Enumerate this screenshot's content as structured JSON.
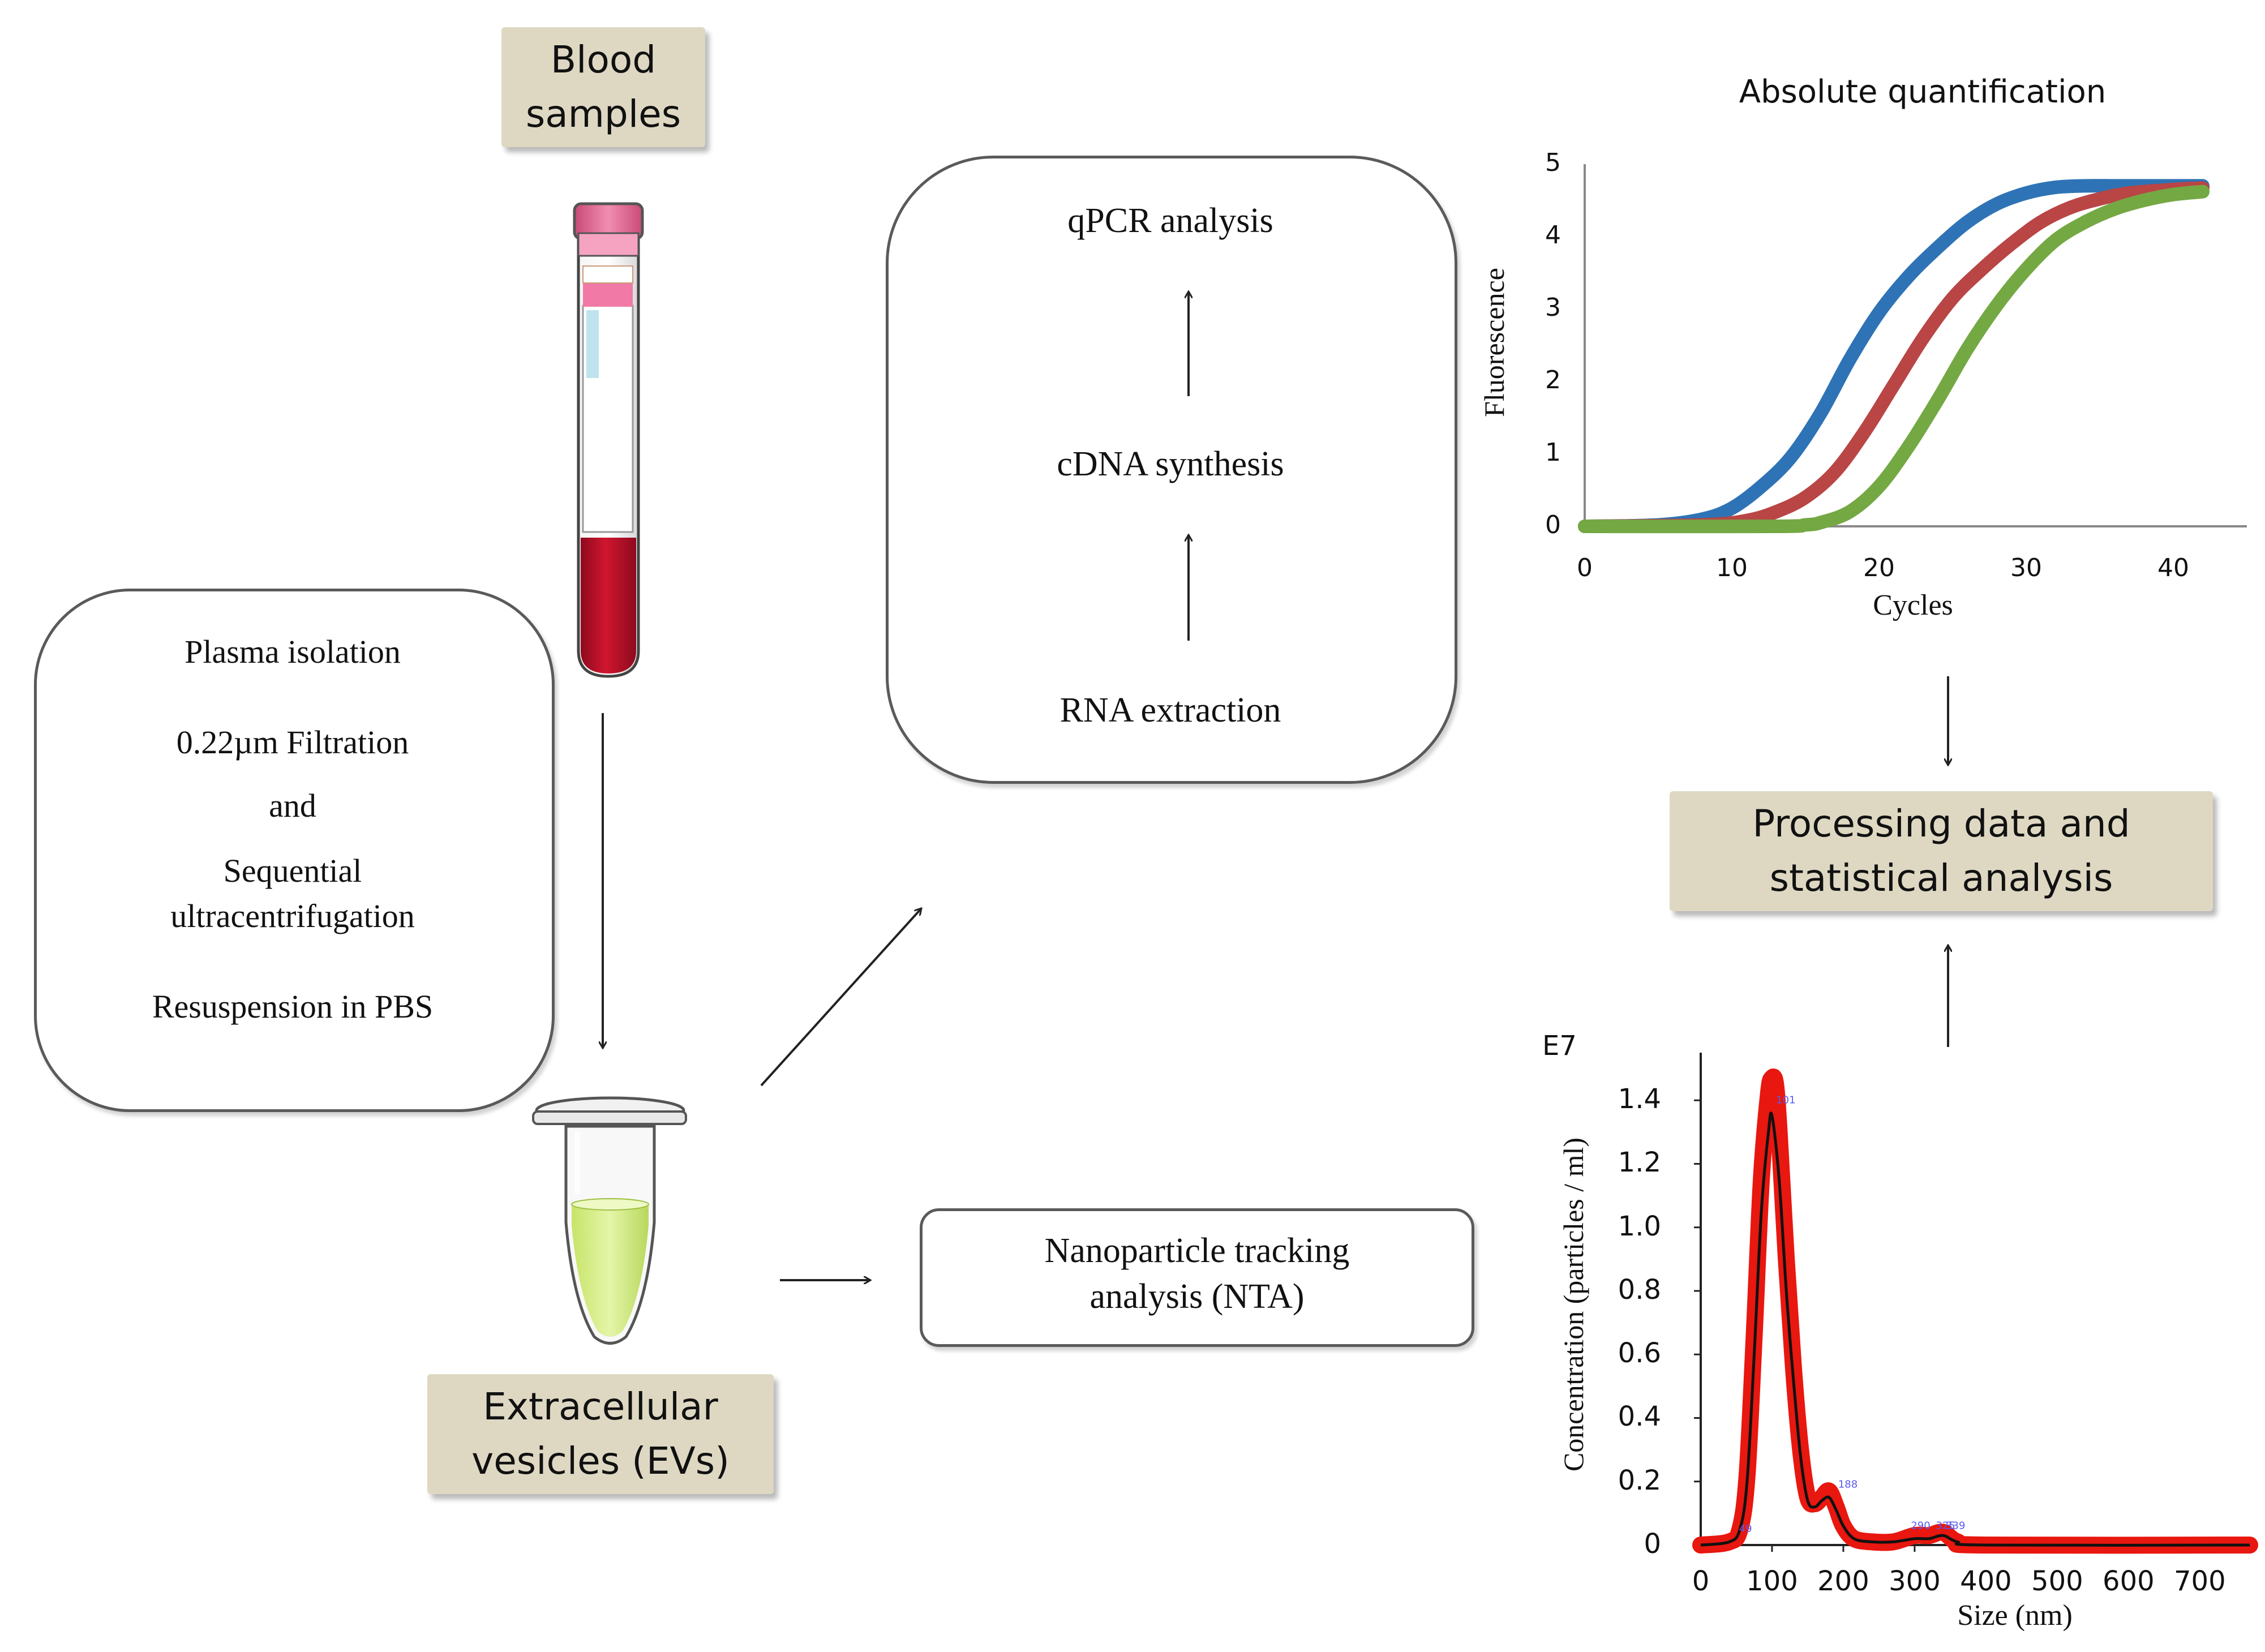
{
  "labels": {
    "blood_samples": [
      "Blood",
      "samples"
    ],
    "plasma": [
      "Plasma isolation",
      "0.22µm Filtration",
      "and",
      "Sequential",
      "ultracentrifugation",
      "Resuspension in PBS"
    ],
    "qpcr_step": "qPCR analysis",
    "cdna_step": "cDNA synthesis",
    "rna_step": "RNA extraction",
    "nta": [
      "Nanoparticle tracking",
      "analysis (NTA)"
    ],
    "evs": [
      "Extracellular",
      "vesicles (EVs)"
    ],
    "processing": [
      "Processing data and",
      "statistical analysis"
    ]
  },
  "colors": {
    "tan_box": "#ded8c3",
    "tube_cap": "#e86a95",
    "blood": "#c4122e",
    "ev_liquid": "#d6ef8a",
    "qpcr_blue": "#2e73b5",
    "qpcr_red": "#b94545",
    "qpcr_green": "#74a843",
    "nta_red": "#e8170f"
  },
  "chart_data": [
    {
      "type": "line",
      "title": "Absolute quantification",
      "xlabel": "Cycles",
      "ylabel": "Fluorescence",
      "xlim": [
        0,
        45
      ],
      "ylim": [
        0,
        5
      ],
      "xticks": [
        0,
        10,
        20,
        30,
        40
      ],
      "yticks": [
        0,
        1,
        2,
        3,
        4,
        5
      ],
      "series": [
        {
          "color": "#2e73b5",
          "x": [
            0,
            5,
            8,
            10,
            12,
            14,
            16,
            18,
            20,
            22,
            24,
            26,
            28,
            30,
            32,
            34,
            36,
            38,
            40,
            42
          ],
          "y": [
            0,
            0.02,
            0.1,
            0.25,
            0.55,
            0.95,
            1.55,
            2.3,
            2.95,
            3.45,
            3.85,
            4.2,
            4.45,
            4.6,
            4.68,
            4.7,
            4.7,
            4.7,
            4.7,
            4.7
          ]
        },
        {
          "color": "#b94545",
          "x": [
            0,
            8,
            11,
            13,
            15,
            17,
            19,
            21,
            23,
            25,
            27,
            29,
            31,
            33,
            35,
            37,
            40,
            42
          ],
          "y": [
            0,
            0.02,
            0.08,
            0.2,
            0.4,
            0.75,
            1.3,
            1.95,
            2.6,
            3.15,
            3.55,
            3.9,
            4.2,
            4.4,
            4.52,
            4.6,
            4.65,
            4.67
          ]
        },
        {
          "color": "#74a843",
          "x": [
            0,
            13,
            15,
            16,
            18,
            20,
            22,
            24,
            26,
            28,
            30,
            32,
            34,
            36,
            38,
            40,
            42
          ],
          "y": [
            0,
            0,
            0.02,
            0.05,
            0.2,
            0.55,
            1.1,
            1.75,
            2.45,
            3.05,
            3.55,
            3.95,
            4.2,
            4.38,
            4.5,
            4.58,
            4.62
          ]
        }
      ]
    },
    {
      "type": "line",
      "title": "",
      "xlabel": "Size (nm)",
      "ylabel": "Concentration (particles / ml)",
      "y_multiplier": "E7",
      "xlim": [
        0,
        770
      ],
      "ylim": [
        0,
        1.55
      ],
      "xticks": [
        0,
        100,
        200,
        300,
        400,
        500,
        600,
        700
      ],
      "yticks": [
        0,
        0.2,
        0.4,
        0.6,
        0.8,
        1.0,
        1.2,
        1.4
      ],
      "ytick_labels": [
        "0",
        "0.2",
        "0.4",
        "0.6",
        "0.8",
        "1.0",
        "1.2",
        "1.4"
      ],
      "series": [
        {
          "color": "#111111",
          "x": [
            0,
            40,
            55,
            65,
            75,
            85,
            95,
            100,
            110,
            120,
            130,
            140,
            150,
            160,
            170,
            180,
            190,
            200,
            215,
            240,
            270,
            300,
            320,
            340,
            360,
            400,
            770
          ],
          "y": [
            0,
            0.01,
            0.05,
            0.2,
            0.6,
            1.05,
            1.3,
            1.35,
            1.15,
            0.8,
            0.52,
            0.28,
            0.14,
            0.12,
            0.14,
            0.15,
            0.11,
            0.06,
            0.02,
            0.01,
            0.01,
            0.02,
            0.02,
            0.03,
            0.01,
            0,
            0
          ]
        },
        {
          "color": "#e8170f",
          "x": [
            0,
            40,
            55,
            65,
            75,
            85,
            95,
            100,
            105,
            110,
            120,
            130,
            140,
            150,
            160,
            170,
            180,
            190,
            200,
            215,
            240,
            270,
            300,
            320,
            340,
            360,
            400,
            770
          ],
          "y": [
            0,
            0.01,
            0.05,
            0.22,
            0.66,
            1.15,
            1.42,
            1.47,
            1.45,
            1.3,
            0.9,
            0.56,
            0.3,
            0.15,
            0.13,
            0.15,
            0.17,
            0.12,
            0.06,
            0.02,
            0.01,
            0.01,
            0.03,
            0.03,
            0.04,
            0.01,
            0,
            0
          ]
        }
      ],
      "peak_labels": [
        "49",
        "101",
        "188",
        "290",
        "325",
        "339"
      ]
    }
  ]
}
